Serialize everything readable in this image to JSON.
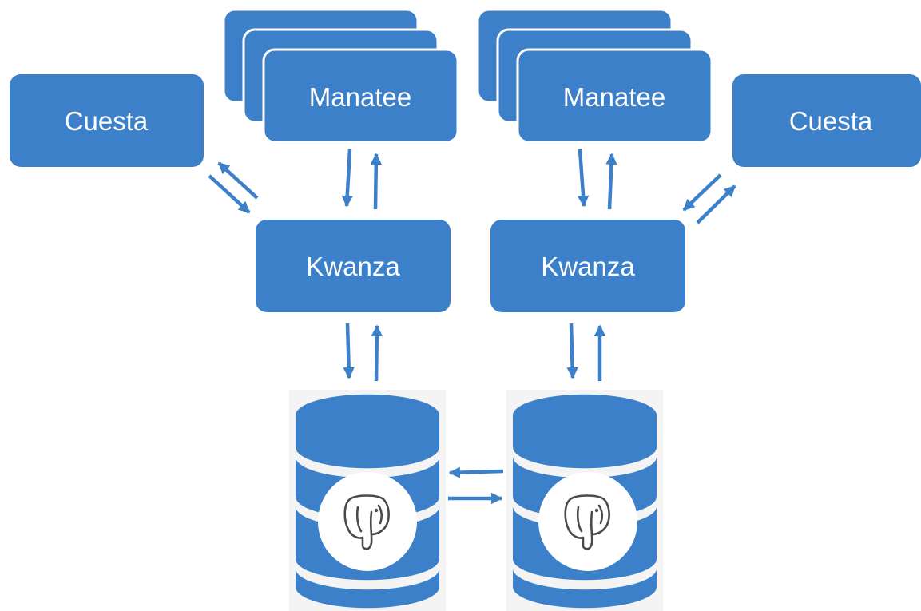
{
  "nodes": {
    "cuesta_left": "Cuesta",
    "cuesta_right": "Cuesta",
    "manatee_left": "Manatee",
    "manatee_right": "Manatee",
    "kwanza_left": "Kwanza",
    "kwanza_right": "Kwanza"
  },
  "icons": {
    "database": "database-icon",
    "postgres": "postgresql-elephant-icon",
    "arrow": "arrow-icon"
  },
  "colors": {
    "node_fill": "#3b80c8",
    "node_stack_stroke": "#ffffff",
    "arrow": "#3b80c8",
    "database_backdrop": "#f4f4f4",
    "label_text": "#ffffff"
  }
}
